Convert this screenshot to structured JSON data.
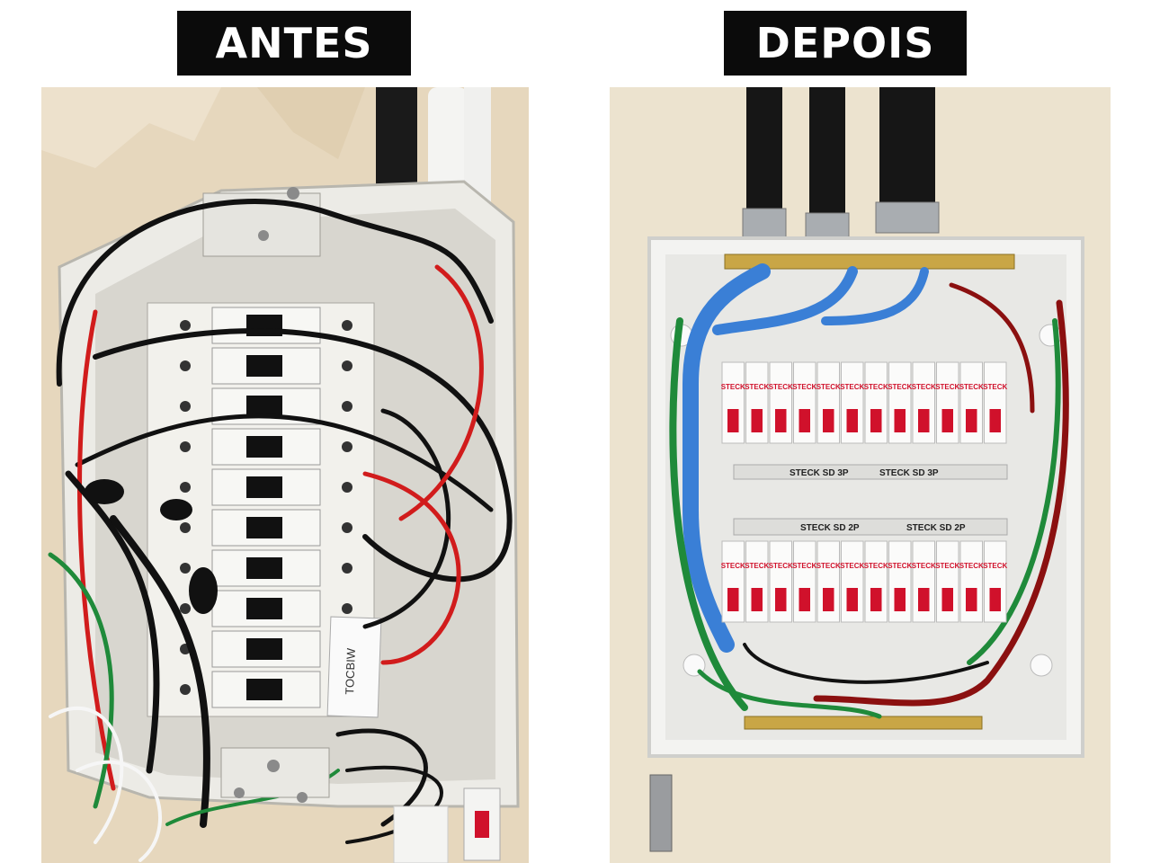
{
  "labels": {
    "before": "ANTES",
    "after": "DEPOIS"
  },
  "before_photo": {
    "description_icon": "messy-electrical-panel",
    "handwritten_tag": "TOCBIW",
    "breaker_count": 10
  },
  "after_photo": {
    "description_icon": "organized-electrical-panel",
    "breaker_brand": "STECK",
    "top_rail_text": [
      "STECK SD 3P",
      "STECK SD 3P"
    ],
    "middle_rail_text": [
      "STECK SD 2P",
      "STECK SD 2P"
    ],
    "rows": [
      {
        "breaker_count": 12
      },
      {
        "breaker_count": 12
      }
    ]
  },
  "colors": {
    "label_bg": "#0b0b0b",
    "label_text": "#ffffff",
    "wall": "#e8dcc4",
    "breaker_red": "#d0112b",
    "wire_blue": "#3a7fd6",
    "wire_green": "#1f8a3a"
  }
}
